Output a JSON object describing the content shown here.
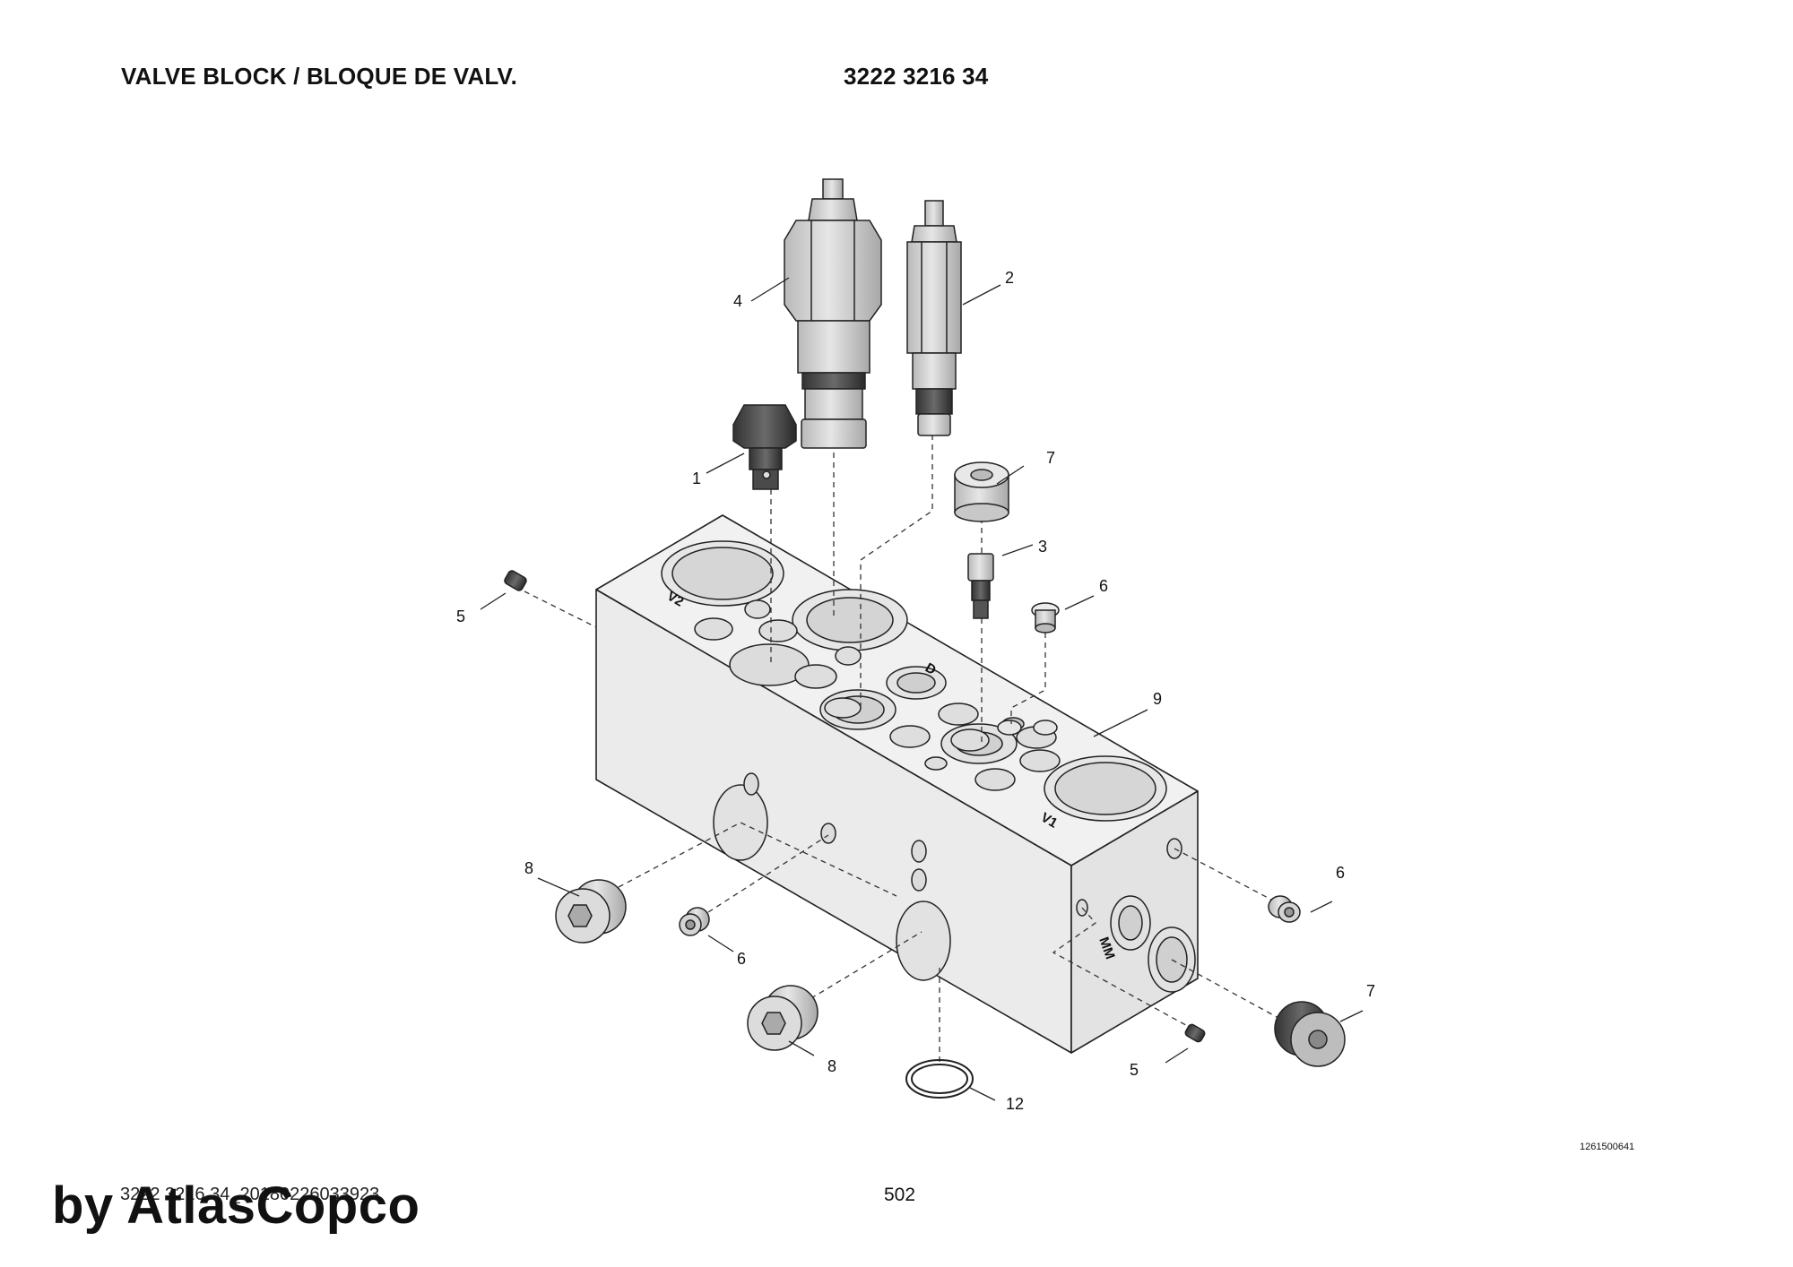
{
  "header": {
    "title": "VALVE BLOCK / BLOQUE DE VALV.",
    "part_number": "3222 3216 34"
  },
  "footer": {
    "document_id": "3222 3216 34_20180226033923",
    "page_number": "502",
    "image_reference": "1261500641",
    "watermark": "by AtlasCopco"
  },
  "port_labels": {
    "v2": "V2",
    "d": "D",
    "v1": "V1",
    "mm": "MM"
  },
  "callouts": [
    {
      "id": "c1",
      "text": "1"
    },
    {
      "id": "c2",
      "text": "2"
    },
    {
      "id": "c3",
      "text": "3"
    },
    {
      "id": "c4",
      "text": "4"
    },
    {
      "id": "c5a",
      "text": "5"
    },
    {
      "id": "c5b",
      "text": "5"
    },
    {
      "id": "c6a",
      "text": "6"
    },
    {
      "id": "c6b",
      "text": "6"
    },
    {
      "id": "c6c",
      "text": "6"
    },
    {
      "id": "c7a",
      "text": "7"
    },
    {
      "id": "c7b",
      "text": "7"
    },
    {
      "id": "c8a",
      "text": "8"
    },
    {
      "id": "c8b",
      "text": "8"
    },
    {
      "id": "c9",
      "text": "9"
    },
    {
      "id": "c12",
      "text": "12"
    }
  ]
}
